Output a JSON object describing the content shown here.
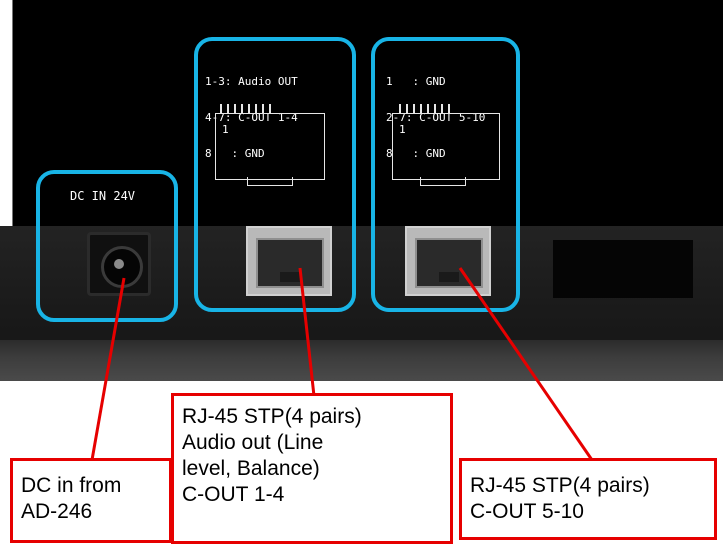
{
  "panel": {
    "dc_label": "DC IN 24V",
    "connector_a": {
      "pinout": [
        "1-3: Audio OUT",
        "4-7: C-OUT 1-4",
        "8   : GND"
      ],
      "pin_one_label": "1"
    },
    "connector_b": {
      "pinout": [
        "1   : GND",
        "2-7: C-OUT 5-10",
        "8   : GND"
      ],
      "pin_one_label": "1"
    }
  },
  "callouts": {
    "dc": "DC in from\nAD-246",
    "rj45_a": "RJ-45 STP(4 pairs)\nAudio out (Line\nlevel, Balance)\nC-OUT 1-4",
    "rj45_b": "RJ-45 STP(4 pairs)\nC-OUT 5-10"
  },
  "colors": {
    "highlight": "#18b4e6",
    "callout_border": "#e60000",
    "leader_line": "#e60000"
  }
}
